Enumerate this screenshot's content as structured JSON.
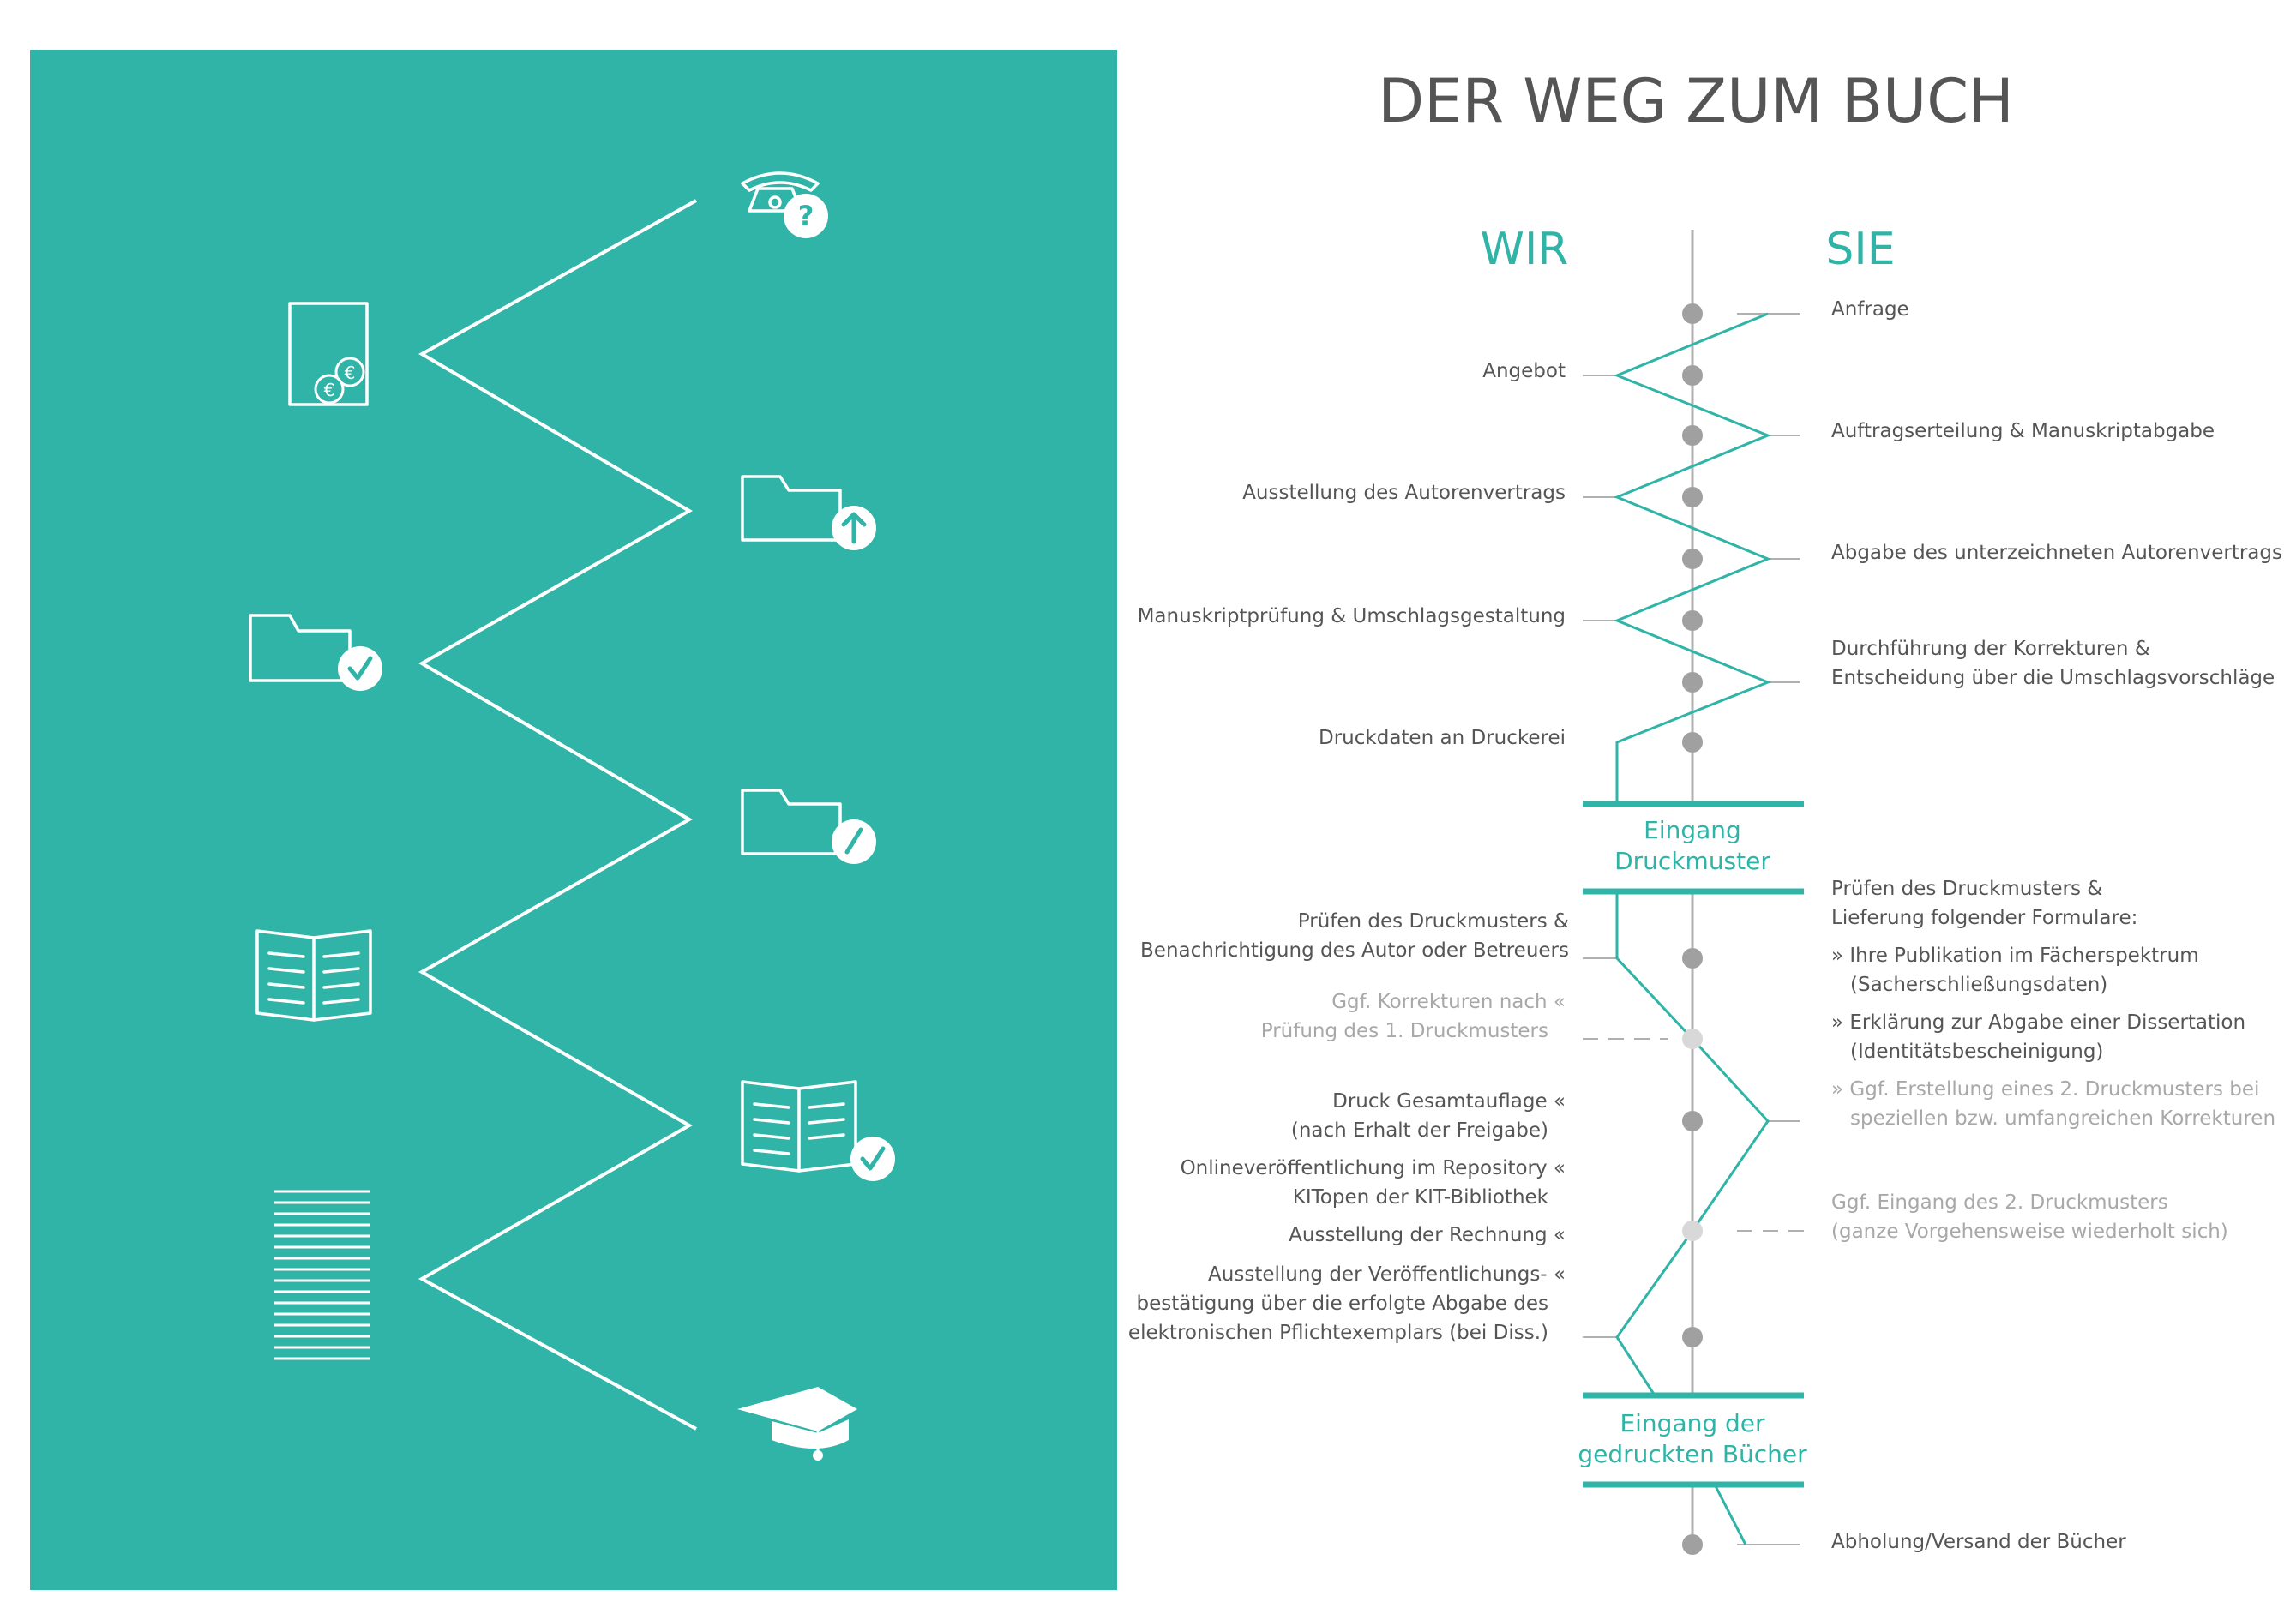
{
  "title": "DER WEG ZUM BUCH",
  "columns": {
    "left": "WIR",
    "right": "SIE"
  },
  "colors": {
    "accent": "#2fb4a7",
    "panel": "#2fb4a7",
    "text": "#555555",
    "muted": "#a8a8a8",
    "axis": "#b0b0b0",
    "dot": "#a0a0a0",
    "dot_light": "#d8d8d8"
  },
  "icons": [
    "phone-question-icon",
    "invoice-euro-icon",
    "folder-upload-icon",
    "folder-check-icon",
    "folder-edit-icon",
    "open-book-icon",
    "open-book-check-icon",
    "text-lines-icon",
    "graduation-cap-icon"
  ],
  "phase1": {
    "sie": {
      "anfrage": "Anfrage",
      "auftrag": "Auftragserteilung & Manuskriptabgabe",
      "abgabe_vertrag": "Abgabe des unterzeichneten Autorenvertrags",
      "korrekturen_1": "Durchführung der Korrekturen &",
      "korrekturen_2": "Entscheidung über die Umschlagsvorschläge"
    },
    "wir": {
      "angebot": "Angebot",
      "vertrag": "Ausstellung des Autorenvertrags",
      "pruefung": "Manuskriptprüfung & Umschlagsgestaltung",
      "druckdaten": "Druckdaten an Druckerei"
    }
  },
  "milestone1": {
    "line1": "Eingang",
    "line2": "Druckmuster"
  },
  "phase2": {
    "wir": {
      "pruefen_1": "Prüfen des Druckmusters &",
      "pruefen_2": "Benachrichtigung des Autor oder Betreuers",
      "ggf_korr_1": "Ggf. Korrekturen nach «",
      "ggf_korr_2": "Prüfung des 1. Druckmusters",
      "druck_1": "Druck Gesamtauflage «",
      "druck_2": "(nach Erhalt der Freigabe)",
      "online_1": "Onlineveröffentlichung im Repository «",
      "online_2": "KITopen der KIT-Bibliothek",
      "rechnung": "Ausstellung der Rechnung «",
      "bestaet_1": "Ausstellung der Veröffentlichungs- «",
      "bestaet_2": "bestätigung über die erfolgte Abgabe des",
      "bestaet_3": "elektronischen Pflichtexemplars (bei Diss.)"
    },
    "sie": {
      "intro_1": "Prüfen des Druckmusters &",
      "intro_2": "Lieferung folgender Formulare:",
      "item1_1": "» Ihre Publikation im Fächerspektrum",
      "item1_2": "(Sacherschließungsdaten)",
      "item2_1": "» Erklärung zur Abgabe einer Dissertation",
      "item2_2": "(Identitätsbescheinigung)",
      "item3_1": "» Ggf. Erstellung eines 2. Druckmusters bei",
      "item3_2": "speziellen bzw. umfangreichen Korrekturen",
      "eingang2_1": "Ggf. Eingang des 2. Druckmusters",
      "eingang2_2": "(ganze Vorgehensweise wiederholt sich)"
    }
  },
  "milestone2": {
    "line1": "Eingang der",
    "line2": "gedruckten Bücher"
  },
  "phase3": {
    "sie": {
      "abholung": "Abholung/Versand der Bücher"
    }
  }
}
